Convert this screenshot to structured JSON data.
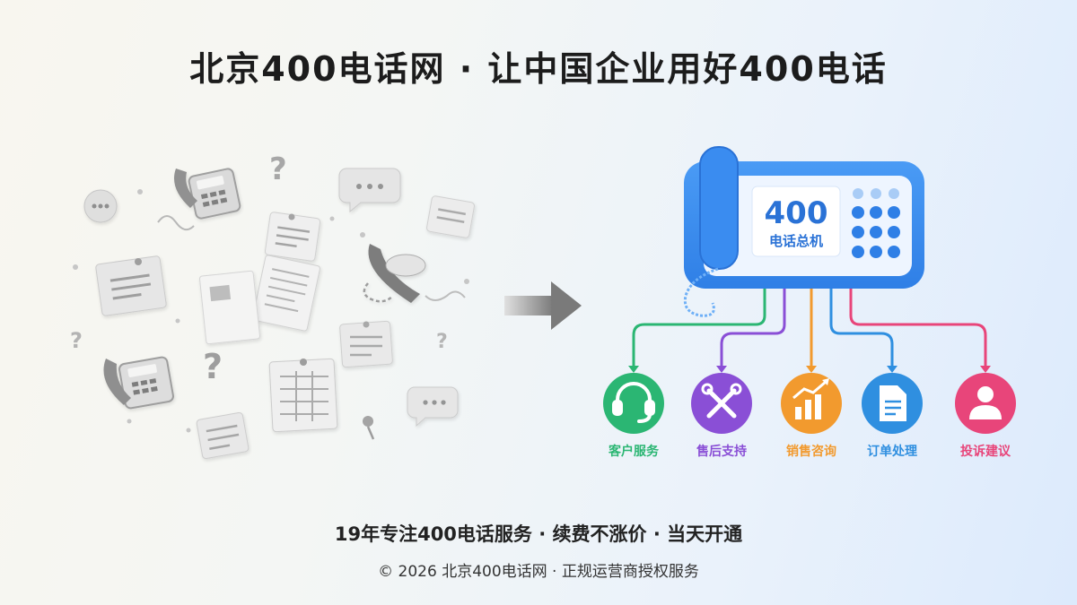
{
  "title": "北京400电话网 · 让中国企业用好400电话",
  "switchboard": {
    "number": "400",
    "label": "电话总机"
  },
  "services": [
    {
      "label": "客户服务",
      "icon": "headset-icon",
      "color": "#2bb673"
    },
    {
      "label": "售后支持",
      "icon": "tools-icon",
      "color": "#8a4fd6"
    },
    {
      "label": "销售咨询",
      "icon": "growth-chart-icon",
      "color": "#f29a2e"
    },
    {
      "label": "订单处理",
      "icon": "document-icon",
      "color": "#2f8fe0"
    },
    {
      "label": "投诉建议",
      "icon": "user-icon",
      "color": "#e8457a"
    }
  ],
  "colors": {
    "phone_blue": "#3d8ff2",
    "phone_dark": "#2a72d6",
    "chaos_gray": "#bdbdbd"
  },
  "footer": {
    "tagline": "19年专注400电话服务 · 续费不涨价 · 当天开通",
    "copyright": "© 2026 北京400电话网 · 正规运营商授权服务"
  }
}
